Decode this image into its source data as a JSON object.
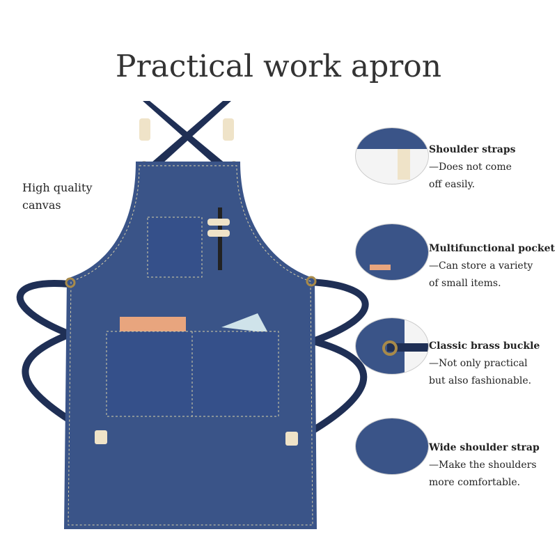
{
  "title": "Practical work apron",
  "left_label": [
    "High quality",
    "canvas"
  ],
  "features": [
    {
      "heading": "Shoulder straps",
      "lines": [
        "—Does not come",
        "off easily."
      ]
    },
    {
      "heading": "Multifunctional pocket",
      "lines": [
        "—Can store a variety",
        "of small items."
      ]
    },
    {
      "heading": "Classic brass buckle",
      "lines": [
        "—Not only practical",
        "but also fashionable."
      ]
    },
    {
      "heading": "Wide shoulder strap",
      "lines": [
        "—Make the shoulders",
        "more comfortable."
      ]
    }
  ],
  "colors": {
    "denim": "#3a5488",
    "strap": "#1f2f55",
    "stitch": "#d8cfa8",
    "leather": "#efe3c8",
    "brass": "#a88a4a"
  }
}
